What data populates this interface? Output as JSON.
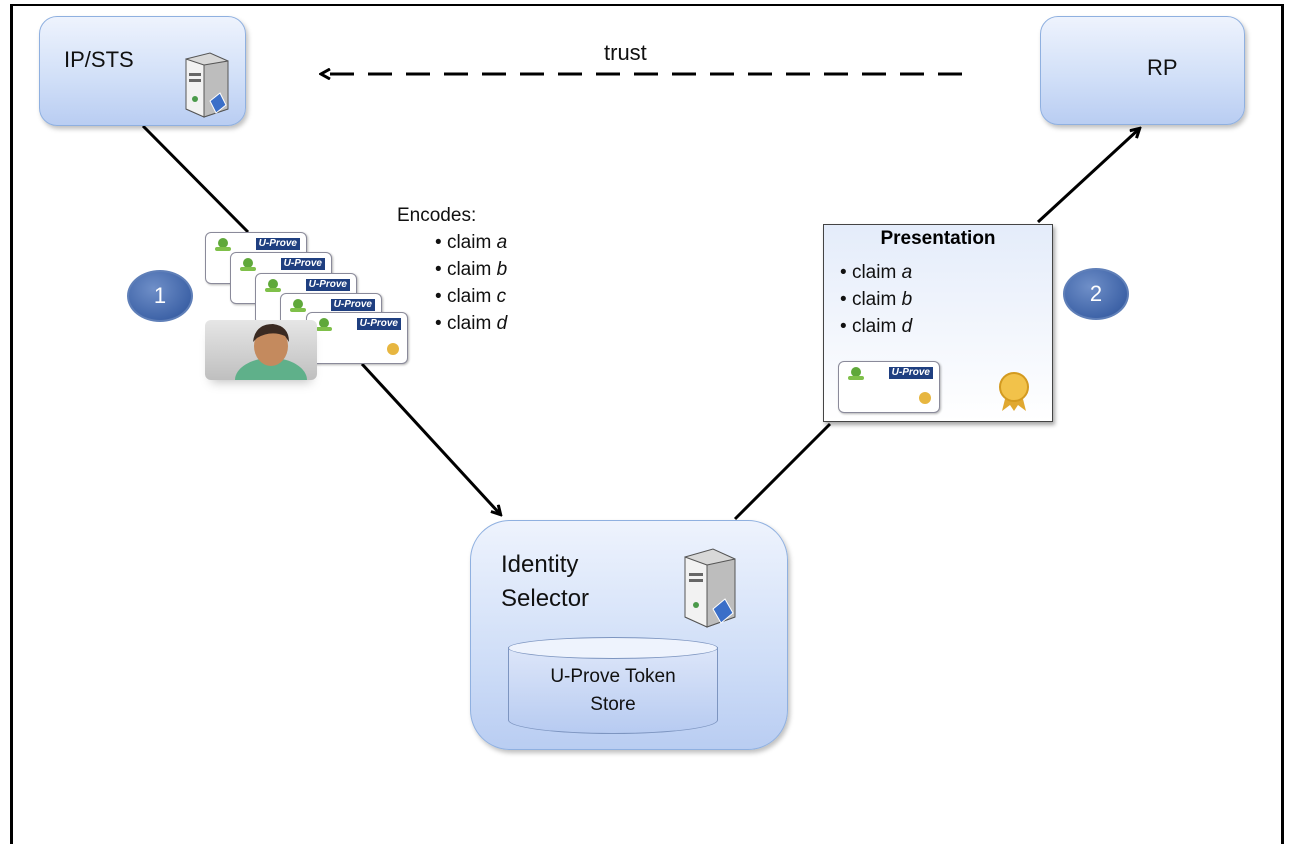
{
  "nodes": {
    "ip_sts": "IP/STS",
    "rp": "RP",
    "identity_selector_line1": "Identity",
    "identity_selector_line2": "Selector",
    "store_line1": "U-Prove Token",
    "store_line2": "Store"
  },
  "edges": {
    "trust": "trust"
  },
  "steps": {
    "one": "1",
    "two": "2"
  },
  "encodes": {
    "title": "Encodes:",
    "claims": [
      {
        "prefix": "claim",
        "var": "a"
      },
      {
        "prefix": "claim",
        "var": "b"
      },
      {
        "prefix": "claim",
        "var": "c"
      },
      {
        "prefix": "claim",
        "var": "d"
      }
    ]
  },
  "presentation": {
    "title": "Presentation",
    "claims": [
      {
        "prefix": "claim",
        "var": "a"
      },
      {
        "prefix": "claim",
        "var": "b"
      },
      {
        "prefix": "claim",
        "var": "d"
      }
    ]
  },
  "token_logo": "U-Prove",
  "icons": [
    "server-icon",
    "user-avatar-icon",
    "token-card-icon",
    "seal-icon"
  ],
  "colors": {
    "node_fill": "#d2e0f8",
    "step_circle": "#3f64a8",
    "seal": "#e7b640"
  }
}
